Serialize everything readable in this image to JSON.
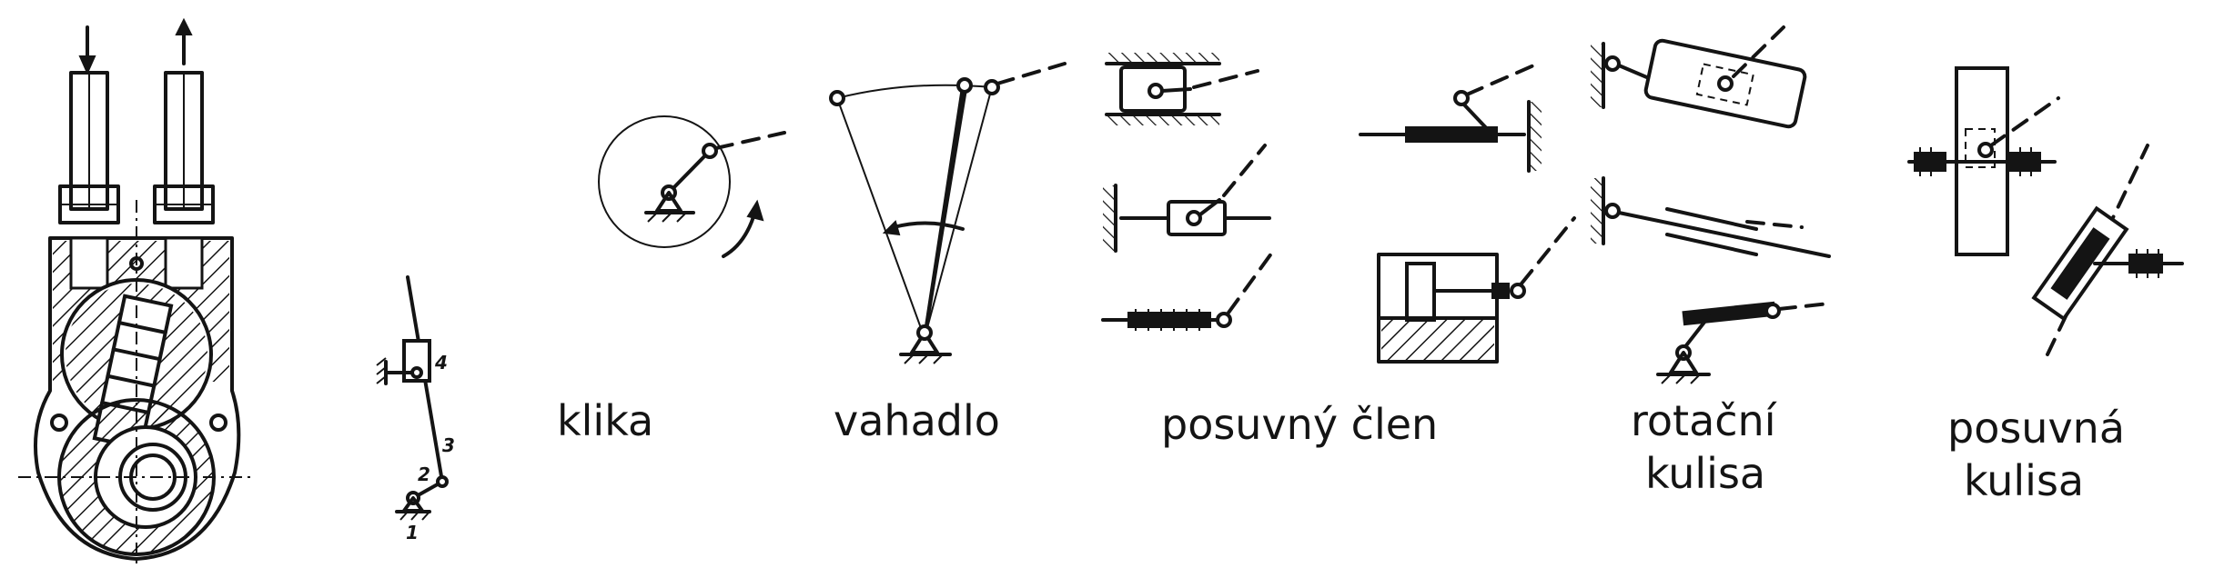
{
  "link_numbers": [
    "4",
    "3",
    "2",
    "1"
  ],
  "labels": {
    "klika": "klika",
    "vahadlo": "vahadlo",
    "posuvny_clen": "posuvný  člen",
    "rotacni_kulisa_l1": "rotační",
    "rotacni_kulisa_l2": "kulisa",
    "posuvna_kulisa_l1": "posuvná",
    "posuvna_kulisa_l2": "kulisa"
  }
}
